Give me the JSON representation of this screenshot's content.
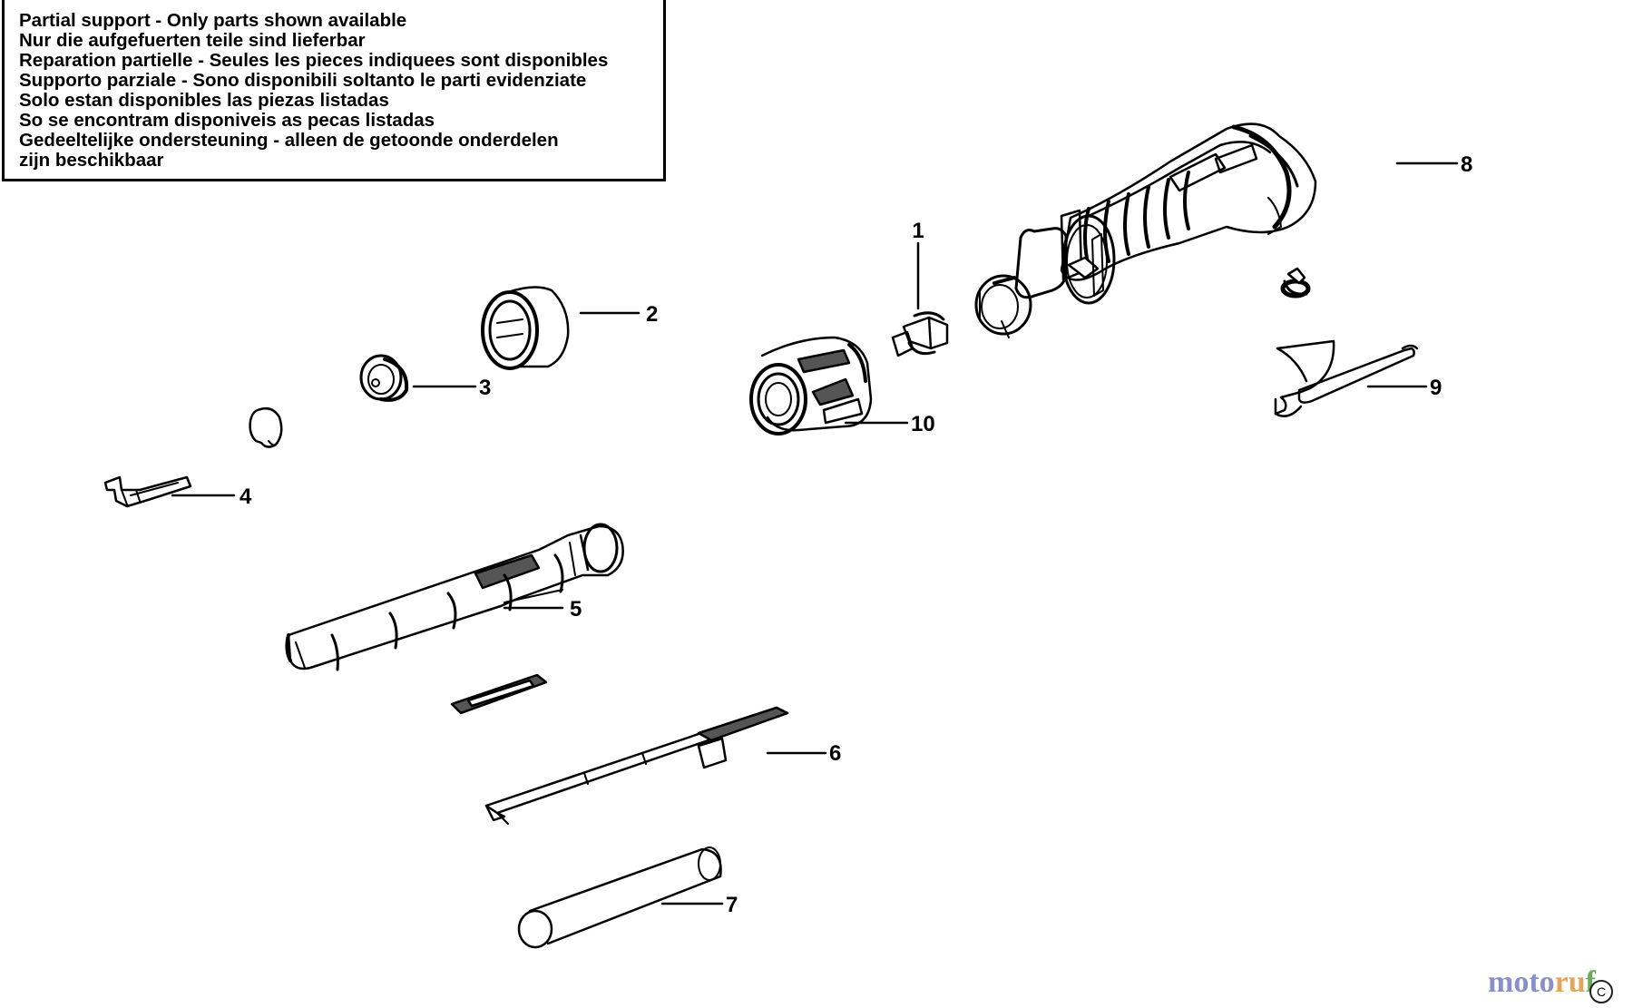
{
  "notice": {
    "lines": [
      "Partial support - Only parts shown available",
      "Nur die aufgefuerten teile sind lieferbar",
      "Reparation partielle - Seules les pieces indiquees sont disponibles",
      "Supporto parziale - Sono disponibili soltanto le parti evidenziate",
      "Solo estan disponibles las piezas listadas",
      "So se encontram disponiveis as pecas listadas",
      "Gedeeltelijke ondersteuning - alleen de getoonde onderdelen",
      "zijn beschikbaar"
    ]
  },
  "callouts": {
    "p1": "1",
    "p2": "2",
    "p3": "3",
    "p4": "4",
    "p5": "5",
    "p6": "6",
    "p7": "7",
    "p8": "8",
    "p9": "9",
    "p10": "10"
  },
  "watermark": {
    "part_a": "moto",
    "part_b": "ru",
    "part_c": "f",
    "badge": "C"
  },
  "colors": {
    "line": "#000000",
    "background": "#ffffff",
    "shade": "#555555"
  }
}
